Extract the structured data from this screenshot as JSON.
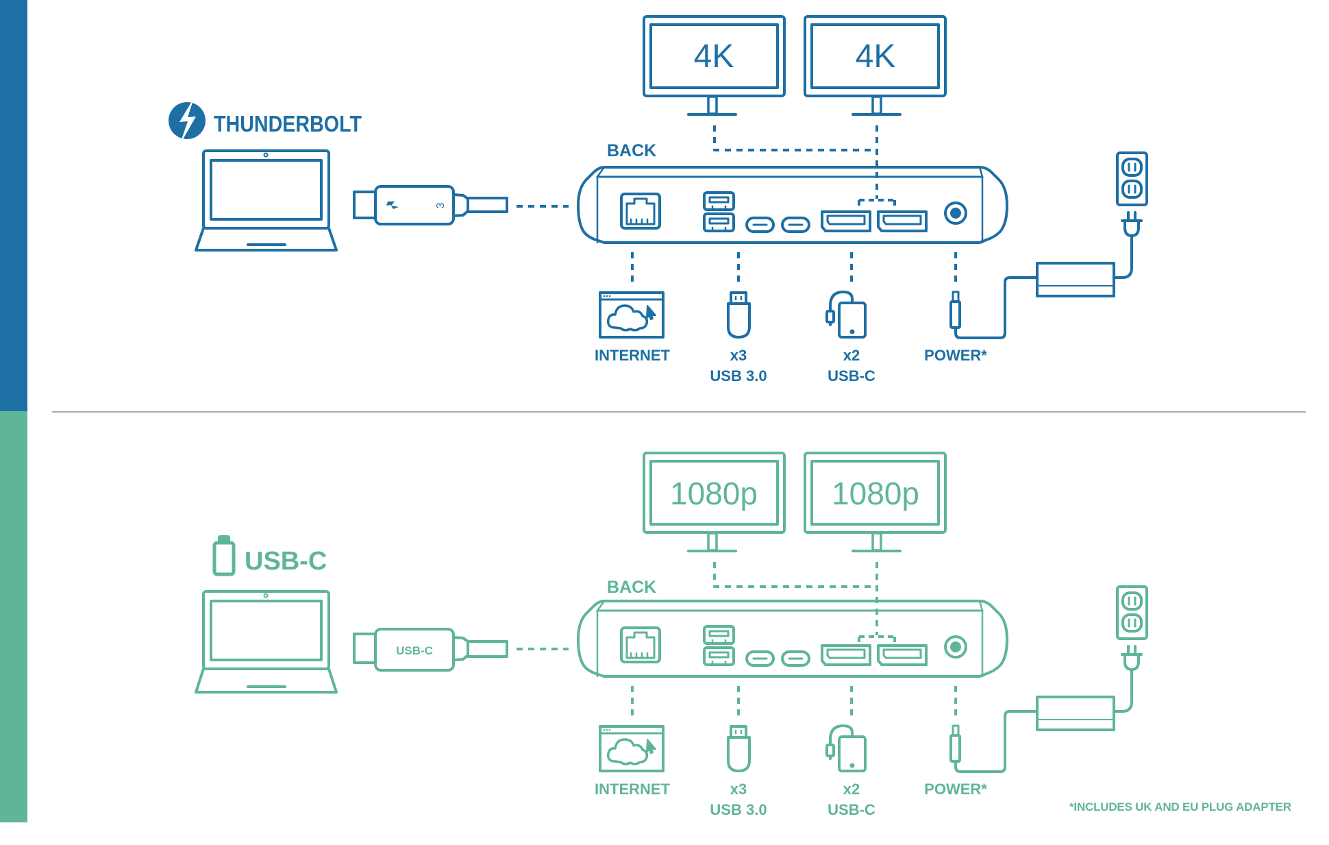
{
  "colors": {
    "thunderbolt": "#1d6fa4",
    "usbc": "#5fb598",
    "divider": "#a8a8a8"
  },
  "sections": [
    {
      "id": "thunderbolt",
      "brand_label": "THUNDERBOLT",
      "brand_icon": "thunderbolt-logo-icon",
      "cable_label": "3",
      "dock_label": "BACK",
      "monitors": [
        {
          "resolution": "4K"
        },
        {
          "resolution": "4K"
        }
      ],
      "ports": {
        "internet": {
          "label": "INTERNET"
        },
        "usb": {
          "count": "x3",
          "label": "USB 3.0"
        },
        "usbc": {
          "count": "x2",
          "label": "USB-C"
        },
        "power": {
          "label": "POWER*"
        }
      }
    },
    {
      "id": "usb-c",
      "brand_label": "USB-C",
      "brand_icon": "usb-c-connector-icon",
      "cable_label": "USB-C",
      "dock_label": "BACK",
      "monitors": [
        {
          "resolution": "1080p"
        },
        {
          "resolution": "1080p"
        }
      ],
      "ports": {
        "internet": {
          "label": "INTERNET"
        },
        "usb": {
          "count": "x3",
          "label": "USB 3.0"
        },
        "usbc": {
          "count": "x2",
          "label": "USB-C"
        },
        "power": {
          "label": "POWER*"
        }
      }
    }
  ],
  "footnote": "*INCLUDES UK AND EU PLUG ADAPTER"
}
